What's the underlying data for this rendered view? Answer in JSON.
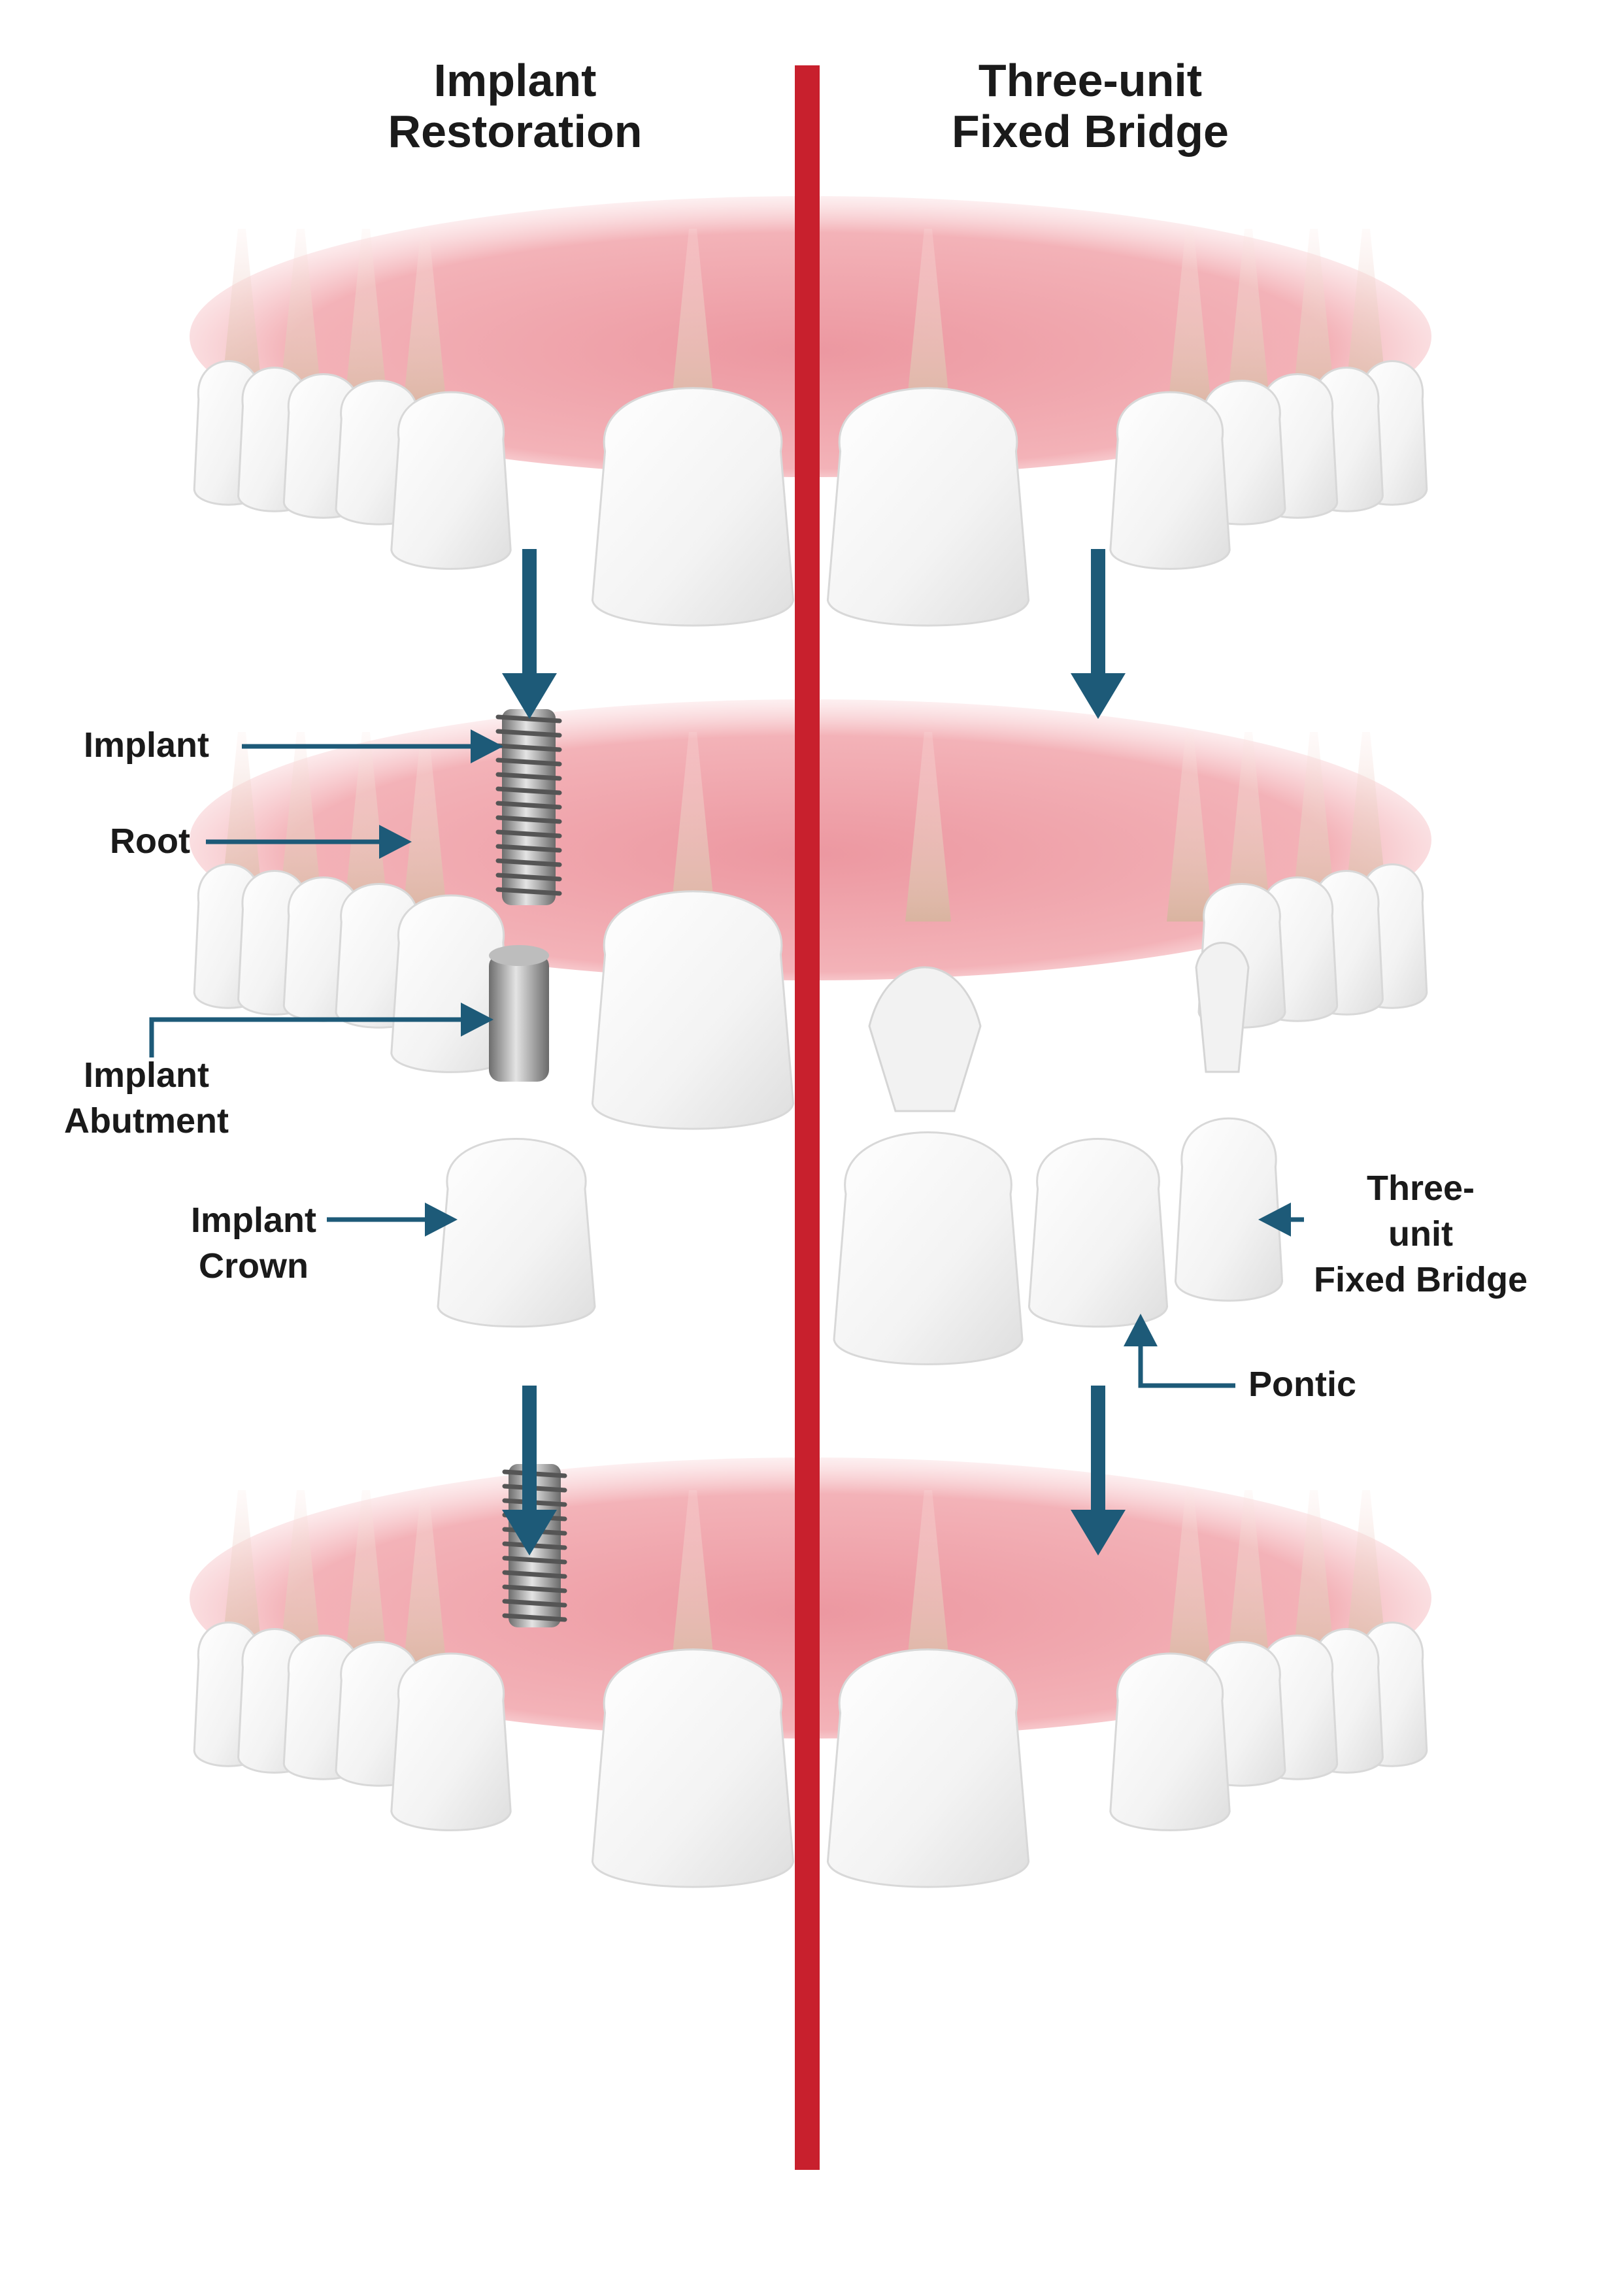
{
  "columns": {
    "left": {
      "title_line1": "Implant",
      "title_line2": "Restoration"
    },
    "right": {
      "title_line1": "Three-unit",
      "title_line2": "Fixed Bridge"
    }
  },
  "labels": {
    "implant": "Implant",
    "root": "Root",
    "abutment_line1": "Implant",
    "abutment_line2": "Abutment",
    "crown_line1": "Implant",
    "crown_line2": "Crown",
    "bridge_line1": "Three-",
    "bridge_line2": "unit",
    "bridge_line3": "Fixed Bridge",
    "pontic": "Pontic"
  },
  "colors": {
    "divider": "#c8202d",
    "arrow": "#1d5a78",
    "gum": "#efa3aa",
    "root": "#dfb9a4",
    "tooth": "#f6f6f6",
    "metal": "#9a9a9a"
  }
}
